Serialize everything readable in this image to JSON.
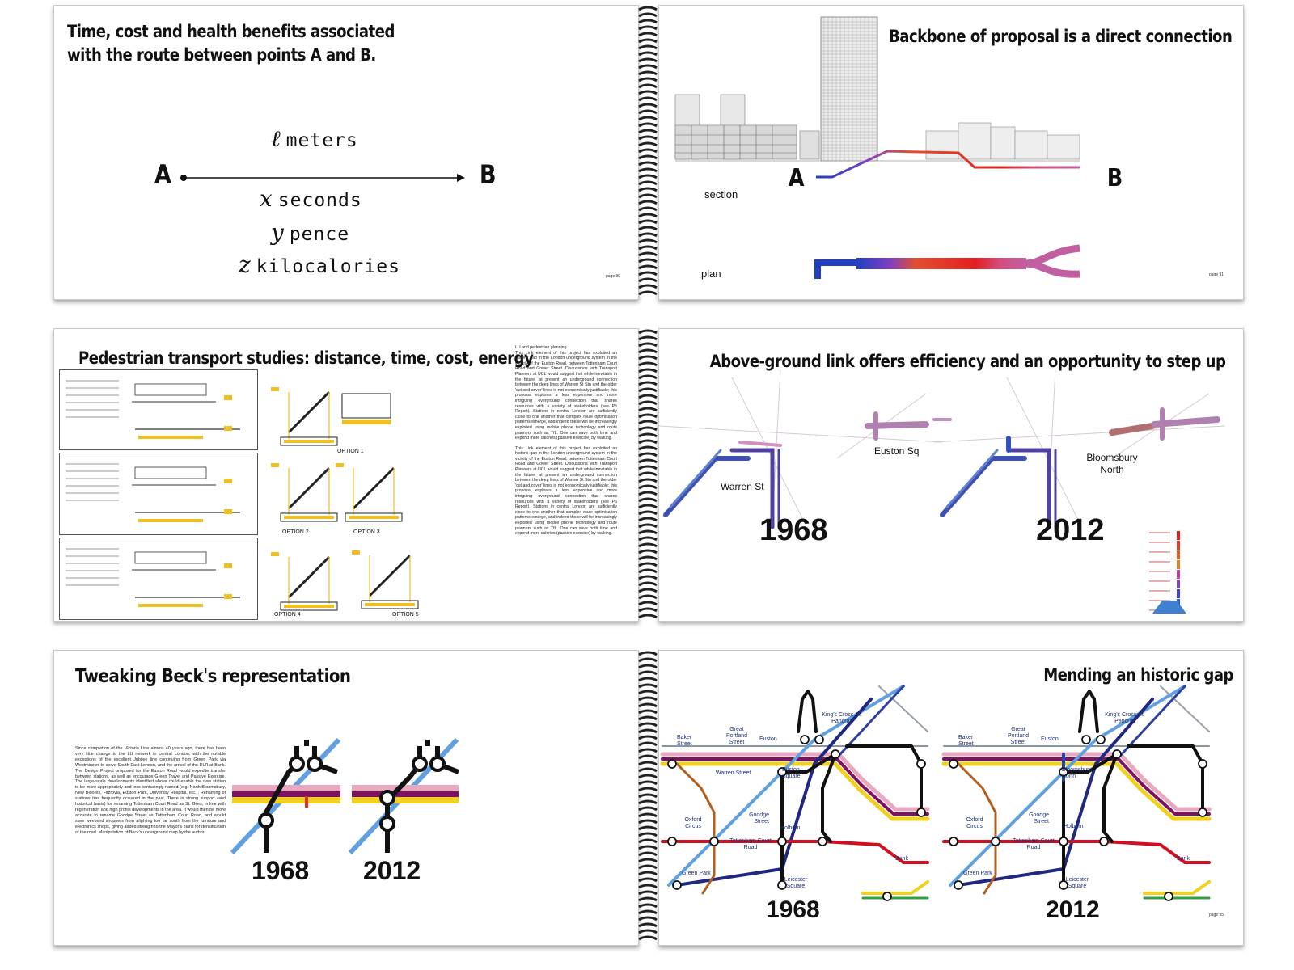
{
  "spread1": {
    "left": {
      "title_line1": "Time, cost and health benefits associated",
      "title_line2": "with the route between points A and B.",
      "point_a": "A",
      "point_b": "B",
      "metrics": [
        {
          "var": "ℓ",
          "unit": "meters"
        },
        {
          "var": "x",
          "unit": "seconds"
        },
        {
          "var": "y",
          "unit": "pence"
        },
        {
          "var": "z",
          "unit": "kilocalories"
        }
      ],
      "page_number": "page 90"
    },
    "right": {
      "title": "Backbone of proposal is a direct connection",
      "point_a": "A",
      "point_b": "B",
      "section_label": "section",
      "plan_label": "plan",
      "page_number": "page 91"
    }
  },
  "spread2": {
    "left": {
      "title": "Pedestrian transport studies: distance, time, cost, energy",
      "body_heading": "LU and pedestrian planning",
      "body_p1": "This Link element of this project has exploited an historic gap in the London underground system in the vicinity of the Euston Road, between Tottenham Court Road and Gower Street. Discussions with Transport Planners at UCL would suggest that while inevitable in the future, at present an underground connection between the deep lines of Warren St Stn and the older 'cut and cover' lines is not economically justifiable; this proposal explores a less expensive and more intriguing overground connection that shares resources with a variety of stakeholders (see P5 Report). Stations in central London are sufficiently close to one another that complex route optimisation patterns emerge, and indeed these will be increasingly exploited using mobile phone technology and route planners such as TfL. One can save both time and expend more calories (passive exercise) by walking.",
      "body_p2": "This Link element of this project has exploited an historic gap in the London underground system in the vicinity of the Euston Road, between Tottenham Court Road and Gower Street. Discussions with Transport Planners at UCL would suggest that while inevitable in the future, at present an underground connection between the deep lines of Warren St Stn and the older 'cut and cover' lines is not economically justifiable; this proposal explores a less expensive and more intriguing overground connection that shares resources with a variety of stakeholders (see P5 Report). Stations in central London are sufficiently close to one another that complex route optimisation patterns emerge, and indeed these will be increasingly exploited using mobile phone technology and route planners such as TfL. One can save both time and expend more calories (passive exercise) by walking.",
      "option_labels": [
        "OPTION 1",
        "OPTION 2",
        "OPTION 3",
        "OPTION 4",
        "OPTION 5"
      ]
    },
    "right": {
      "title": "Above-ground link offers  efficiency and an opportunity to step up",
      "station_warren": "Warren St",
      "station_euston_sq": "Euston Sq",
      "station_bloomsbury": "Bloomsbury North",
      "year_before": "1968",
      "year_after": "2012"
    }
  },
  "spread3": {
    "left": {
      "title": "Tweaking Beck's representation",
      "body": "Since completion of the Victoria Line almost 40 years ago, there has been very little change to the LU network in central London, with the notable exceptions of the excellent Jubilee line continuing from Green Park via Westminster to serve South-East London, and the arrival of the DLR at Bank. The Design Project proposed for the Euston Road would expedite transfer between stations, as well as encourage Green Travel and Passive Exercise. The large-scale developments identified above could enable the new station to be more appropriately and less confusingly named (e.g. North Bloomsbury, New Bloores, Fitzrovia, Euston Park, University Hospital, etc.). Renaming of stations has frequently occurred in the past. There is strong support (and historical basis) for renaming Tottenham Court Road as St. Giles, in line with regeneration and high profile developments in the area. It would then be more accurate to rename Goodge Street as Tottenham Court Road, and would save weekend shoppers from alighting too far south from the furniture and electronics shops, giving added strength to the Mayor's plans for densification of the road. Manipulation of Beck's underground map by the author.",
      "year_before": "1968",
      "year_after": "2012"
    },
    "right": {
      "title": "Mending an historic gap",
      "stations": {
        "baker": "Baker Street",
        "great_portland": "Great Portland Street",
        "euston": "Euston",
        "kings_cross": "King's Cross St. Pancras",
        "warren": "Warren Street",
        "euston_square": "Euston Square",
        "bloomsbury": "Bloomsbury North",
        "oxford": "Oxford Circus",
        "goodge": "Goodge Street",
        "holborn": "Holborn",
        "tottenham": "Tottenham Court Road",
        "green_park": "Green Park",
        "leicester": "Leicester Square",
        "bank": "Bank"
      },
      "year_before": "1968",
      "year_after": "2012",
      "page_number": "page 95"
    }
  },
  "colors": {
    "accent_red": "#e03020",
    "link_blue": "#2040c0",
    "link_pink": "#c060a0",
    "tube_circle": "#f0d020",
    "tube_hammersmith": "#e8a8c0",
    "tube_metropolitan": "#801060",
    "tube_central": "#d01020",
    "tube_northern": "#111111",
    "tube_victoria": "#60a0e0",
    "tube_bakerloo": "#b06020",
    "tube_piccadilly": "#202880",
    "tube_jubilee": "#8898a0"
  }
}
